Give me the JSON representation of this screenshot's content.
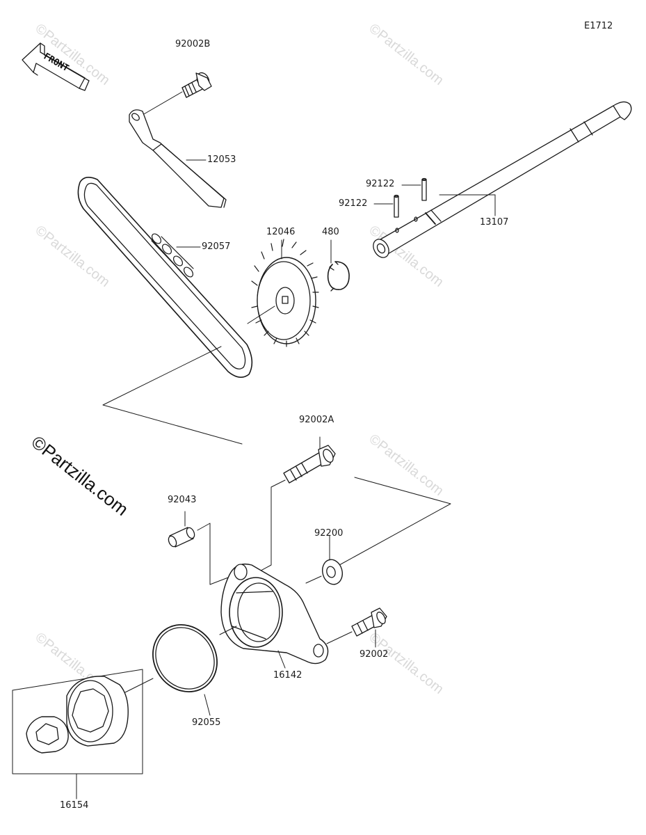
{
  "diagram_code": "E1712",
  "front_label": "FRONT",
  "watermark": "©Partzilla.com",
  "parts": {
    "p92002B": "92002B",
    "p12053": "12053",
    "p92122a": "92122",
    "p92122b": "92122",
    "p13107": "13107",
    "p92057": "92057",
    "p12046": "12046",
    "p480": "480",
    "p92002A": "92002A",
    "p92043": "92043",
    "p92200": "92200",
    "p92002": "92002",
    "p16142": "16142",
    "p92055": "92055",
    "p16154": "16154"
  }
}
